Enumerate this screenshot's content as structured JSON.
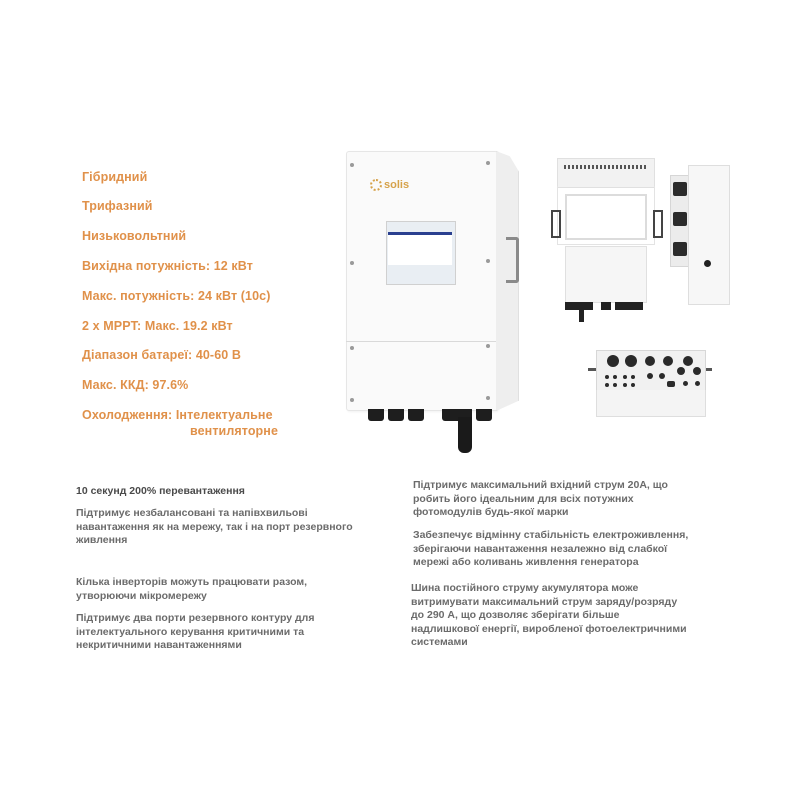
{
  "colors": {
    "spec_text": "#e0914a",
    "feature_text": "#6b6b6b",
    "background": "#ffffff",
    "brand_logo": "#d6a24a"
  },
  "product": {
    "brand_logo_text": "solis",
    "images": [
      {
        "view": "front",
        "name": "hybrid-inverter-front-view"
      },
      {
        "view": "back",
        "name": "hybrid-inverter-back-view"
      },
      {
        "view": "side",
        "name": "hybrid-inverter-side-view"
      },
      {
        "view": "bottom",
        "name": "hybrid-inverter-bottom-view"
      }
    ]
  },
  "specs": [
    {
      "label": "Гібридний"
    },
    {
      "label": "Трифазний"
    },
    {
      "label": "Низьковольтний"
    },
    {
      "label": "Вихідна потужність: 12 кВт"
    },
    {
      "label": "Макс. потужність: 24 кВт (10с)"
    },
    {
      "label": "2 x MPPT: Макс. 19.2 кВт"
    },
    {
      "label": "Діапазон батареї: 40-60 В"
    },
    {
      "label": "Макс. ККД: 97.6%"
    },
    {
      "label": "Охолодження: Інтелектуальне",
      "continuation": "вентиляторне"
    }
  ],
  "features_left": [
    {
      "lines": [
        "10 секунд 200% перевантаження"
      ]
    },
    {
      "lines": [
        "Підтримує незбалансовані та напівхвильові",
        "навантаження як на мережу, так і на порт резервного",
        "живлення"
      ]
    },
    {
      "lines": [
        "Кілька інверторів можуть працювати разом,",
        "утворюючи мікромережу"
      ]
    },
    {
      "lines": [
        "Підтримує два порти резервного контуру для",
        "інтелектуального керування критичними та",
        "некритичними навантаженнями"
      ]
    }
  ],
  "features_right": [
    {
      "lines": [
        "Підтримує максимальний вхідний струм 20А, що",
        "робить його ідеальним для всіх потужних",
        "фотомодулів будь-якої марки"
      ]
    },
    {
      "lines": [
        "Забезпечує відмінну стабільність електроживлення,",
        "зберігаючи навантаження незалежно від слабкої",
        "мережі або коливань живлення генератора"
      ]
    },
    {
      "lines": [
        "Шина постійного струму акумулятора може",
        "витримувати максимальний струм заряду/розряду",
        "до 290 А, що дозволяє зберігати більше",
        "надлишкової енергії, виробленої фотоелектричними",
        "системами"
      ]
    }
  ]
}
